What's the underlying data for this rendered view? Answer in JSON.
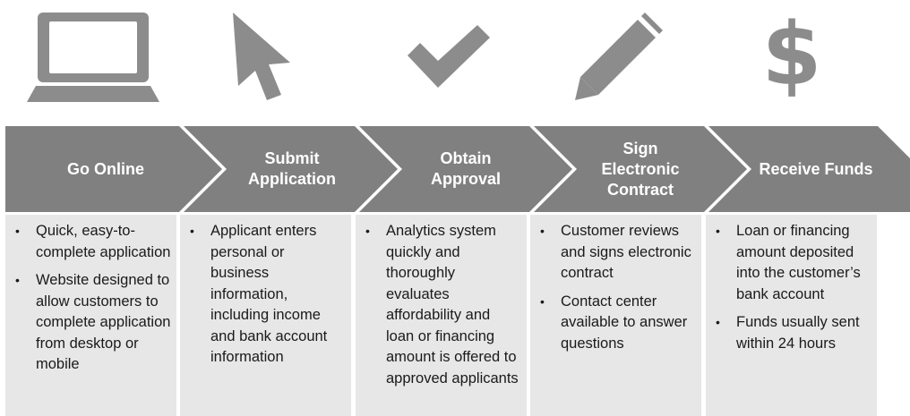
{
  "colors": {
    "arrow": "#808080",
    "icon": "#8c8c8c",
    "panel": "#e7e7e7",
    "label": "#ffffff"
  },
  "steps": [
    {
      "icon": "laptop-icon",
      "label": "Go Online",
      "bullets": [
        "Quick, easy-to-complete application",
        "Website designed to allow customers to complete application from desktop or mobile"
      ]
    },
    {
      "icon": "cursor-arrow-icon",
      "label": "Submit\nApplication",
      "bullets": [
        "Applicant enters personal or business information, including income and bank account information"
      ]
    },
    {
      "icon": "checkmark-icon",
      "label": "Obtain\nApproval",
      "bullets": [
        "Analytics system quickly and thoroughly evaluates affordability and loan or financing amount is offered to approved applicants"
      ]
    },
    {
      "icon": "pencil-icon",
      "label": "Sign\nElectronic\nContract",
      "bullets": [
        "Customer reviews and signs electronic contract",
        "Contact center available to answer questions"
      ]
    },
    {
      "icon": "dollar-sign-icon",
      "label": "Receive Funds",
      "bullets": [
        "Loan or financing amount deposited into the customer’s bank account",
        "Funds usually sent within 24 hours"
      ]
    }
  ]
}
